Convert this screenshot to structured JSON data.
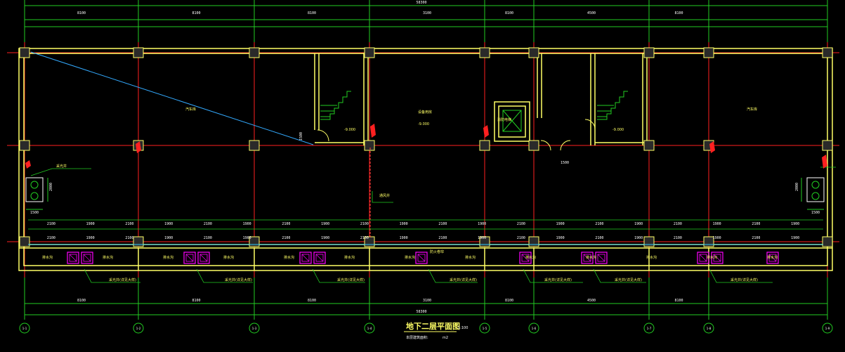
{
  "drawing": {
    "title": "地下二层平面图",
    "title_scale": "1:100",
    "subtitle": "本层建筑面积:",
    "subtitle_value": "m2"
  },
  "grid_axes": [
    {
      "id": "1-1",
      "label": "1-1"
    },
    {
      "id": "1-2",
      "label": "1-2"
    },
    {
      "id": "1-3",
      "label": "1-3"
    },
    {
      "id": "1-4",
      "label": "1-4"
    },
    {
      "id": "1-5",
      "label": "1-5"
    },
    {
      "id": "1-6",
      "label": "1-6"
    },
    {
      "id": "1-7",
      "label": "1-7"
    },
    {
      "id": "1-8",
      "label": "1-8"
    },
    {
      "id": "1-9",
      "label": "1-9"
    }
  ],
  "top_dims": {
    "overall": "58300",
    "segments": [
      "8100",
      "8100",
      "8100",
      "3100",
      "8100",
      "4500",
      "8100"
    ]
  },
  "bottom_dims": {
    "overall": "58300",
    "segments": [
      "8100",
      "8100",
      "8100",
      "3100",
      "8100",
      "4500",
      "8100"
    ]
  },
  "row_dims": [
    "2100",
    "1900",
    "2100",
    "1900",
    "2100",
    "1900",
    "2100",
    "1900",
    "2100",
    "1900",
    "2100",
    "1900",
    "2100",
    "1900",
    "2100",
    "1900",
    "2100",
    "1900",
    "2100",
    "1900"
  ],
  "side_dims": {
    "left_h": "1500",
    "left_v": "2000",
    "right_h": "1500",
    "right_v": "2000",
    "stair_v": "1500",
    "door_h": "1500"
  },
  "rooms": [
    {
      "id": "room-a",
      "label": "汽车库"
    },
    {
      "id": "room-b",
      "label": "设备用房"
    },
    {
      "id": "room-b2",
      "label": "-9.000"
    },
    {
      "id": "room-c",
      "label": "汽车库"
    }
  ],
  "stair_labels": [
    "-9.000",
    "-9.000"
  ],
  "elevation_labels": [
    "-9.000",
    "-9.000",
    "-9.000"
  ],
  "callouts": [
    "采光井",
    "通风井",
    "防火卷帘",
    "消防电梯"
  ],
  "pit_labels": [
    "排水沟",
    "排水沟",
    "排水沟",
    "排水沟",
    "排水沟",
    "排水沟",
    "排水沟",
    "排水沟",
    "排水沟",
    "排水沟",
    "排水沟",
    "排水沟",
    "排水沟"
  ],
  "shaft_labels": [
    "采光井(详见大样)",
    "采光井(详见大样)",
    "采光井(详见大样)",
    "采光井(详见大样)",
    "采光井(详见大样)",
    "采光井(详见大样)",
    "采光井(详见大样)"
  ],
  "colors": {
    "wall": "#ffff66",
    "grid": "#ff2020",
    "dim": "#22cc22",
    "hatch": "#ff00ff",
    "cyan": "#33ccff",
    "text": "#ffffff"
  }
}
